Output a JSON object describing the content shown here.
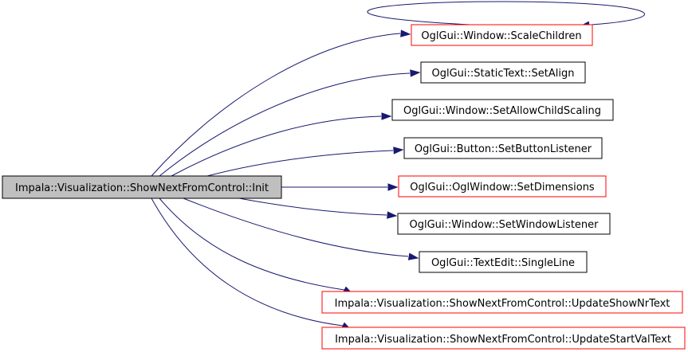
{
  "colors": {
    "edge": "#191970",
    "root_fill": "#bfbfbf",
    "node_border_default": "#000000",
    "node_border_highlight": "#ff0000"
  },
  "root": {
    "label": "Impala::Visualization::ShowNextFromControl::Init"
  },
  "callees": [
    {
      "label": "OglGui::Window::ScaleChildren",
      "highlight": true,
      "self_loop": true
    },
    {
      "label": "OglGui::StaticText::SetAlign",
      "highlight": false
    },
    {
      "label": "OglGui::Window::SetAllowChildScaling",
      "highlight": false
    },
    {
      "label": "OglGui::Button::SetButtonListener",
      "highlight": false
    },
    {
      "label": "OglGui::OglWindow::SetDimensions",
      "highlight": true
    },
    {
      "label": "OglGui::Window::SetWindowListener",
      "highlight": false
    },
    {
      "label": "OglGui::TextEdit::SingleLine",
      "highlight": false
    },
    {
      "label": "Impala::Visualization::ShowNextFromControl::UpdateShowNrText",
      "highlight": true
    },
    {
      "label": "Impala::Visualization::ShowNextFromControl::UpdateStartValText",
      "highlight": true
    }
  ]
}
